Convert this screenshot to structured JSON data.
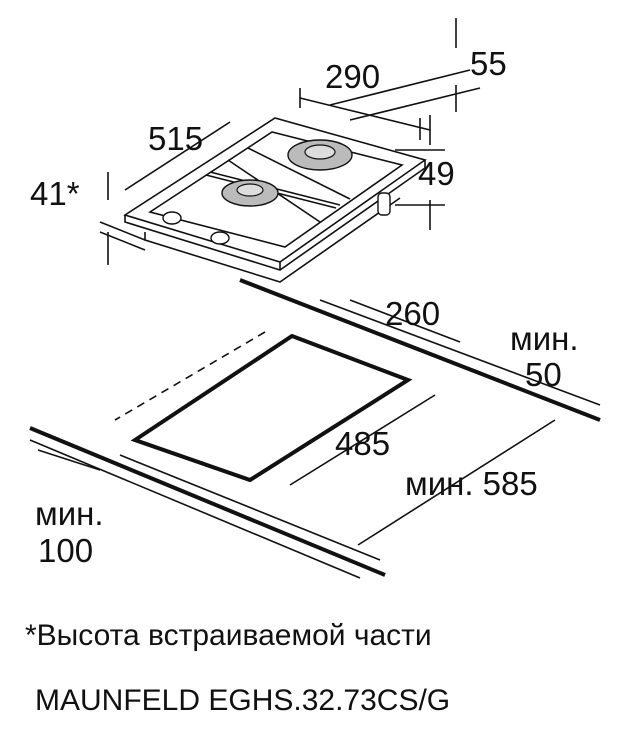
{
  "dimensions": {
    "width_top": "290",
    "depth_gap": "55",
    "depth": "515",
    "built_in_height": "41*",
    "height": "49",
    "cutout_width": "260",
    "min_side_label": "мин.",
    "min_side_value": "50",
    "cutout_depth": "485",
    "min_depth": "мин. 585",
    "min_front_label": "мин.",
    "min_front_value": "100"
  },
  "footnote": "*Высота встраиваемой части",
  "model": "MAUNFELD EGHS.32.73CS/G",
  "colors": {
    "line": "#111111",
    "burner": "#b8b8b8"
  }
}
